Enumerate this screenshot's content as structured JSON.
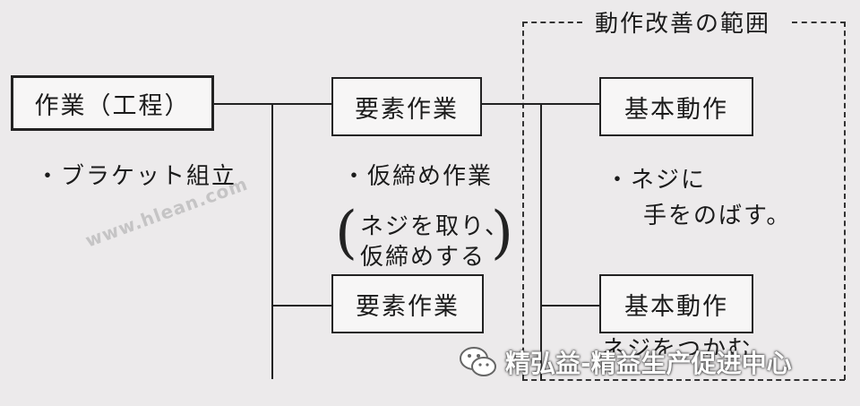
{
  "scope_label": "動作改善の範囲",
  "process": {
    "label": "作業（工程）",
    "example": "・ブラケット組立"
  },
  "element_tasks": [
    {
      "label": "要素作業"
    },
    {
      "label": "要素作業"
    }
  ],
  "element_example": {
    "line1": "・仮締め作業",
    "detail_line1": "ネジを取り、",
    "detail_line2": "仮締めする"
  },
  "basic_motions": [
    {
      "label": "基本動作"
    },
    {
      "label": "基本動作"
    }
  ],
  "motion_example": {
    "line1": "・ネジに",
    "line2": "手をのばす。",
    "partial_line": "ネジをつかむ"
  },
  "watermark": "www.hlean.com",
  "stamp_text": "精弘益-精益生产促进中心",
  "colors": {
    "background": "#eceaeb",
    "line": "#222222"
  }
}
